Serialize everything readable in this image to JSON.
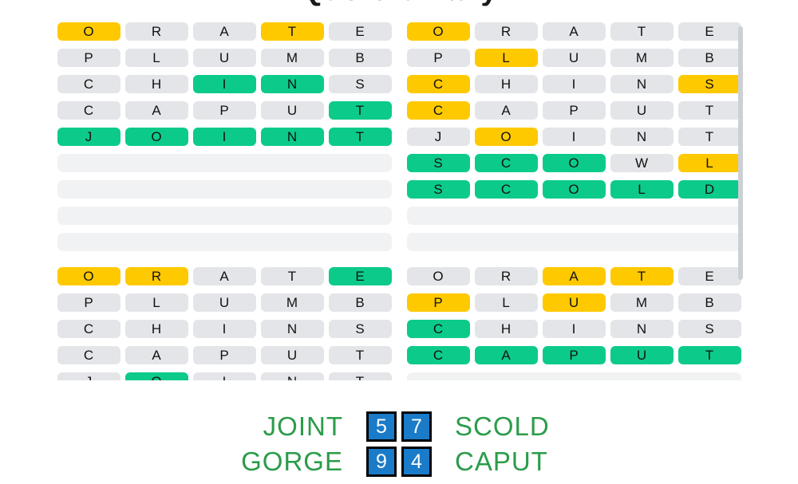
{
  "title": "Quordle Daily",
  "colors": {
    "correct": "#0ccb8a",
    "present": "#ffc900",
    "absent": "#e3e5e8",
    "empty": "#f1f2f4",
    "word_text": "#2b9c4a",
    "badge_fill": "#1a7bc8"
  },
  "boards": [
    {
      "name": "board-top-left",
      "rows": [
        {
          "letters": [
            "O",
            "R",
            "A",
            "T",
            "E"
          ],
          "states": [
            "present",
            "absent",
            "absent",
            "present",
            "absent"
          ]
        },
        {
          "letters": [
            "P",
            "L",
            "U",
            "M",
            "B"
          ],
          "states": [
            "absent",
            "absent",
            "absent",
            "absent",
            "absent"
          ]
        },
        {
          "letters": [
            "C",
            "H",
            "I",
            "N",
            "S"
          ],
          "states": [
            "absent",
            "absent",
            "correct",
            "correct",
            "absent"
          ]
        },
        {
          "letters": [
            "C",
            "A",
            "P",
            "U",
            "T"
          ],
          "states": [
            "absent",
            "absent",
            "absent",
            "absent",
            "correct"
          ]
        },
        {
          "letters": [
            "J",
            "O",
            "I",
            "N",
            "T"
          ],
          "states": [
            "correct",
            "correct",
            "correct",
            "correct",
            "correct"
          ]
        },
        {
          "letters": [
            "",
            "",
            "",
            "",
            ""
          ],
          "states": [
            "empty",
            "empty",
            "empty",
            "empty",
            "empty"
          ]
        },
        {
          "letters": [
            "",
            "",
            "",
            "",
            ""
          ],
          "states": [
            "empty",
            "empty",
            "empty",
            "empty",
            "empty"
          ]
        },
        {
          "letters": [
            "",
            "",
            "",
            "",
            ""
          ],
          "states": [
            "empty",
            "empty",
            "empty",
            "empty",
            "empty"
          ]
        },
        {
          "letters": [
            "",
            "",
            "",
            "",
            ""
          ],
          "states": [
            "empty",
            "empty",
            "empty",
            "empty",
            "empty"
          ]
        }
      ]
    },
    {
      "name": "board-top-right",
      "rows": [
        {
          "letters": [
            "O",
            "R",
            "A",
            "T",
            "E"
          ],
          "states": [
            "present",
            "absent",
            "absent",
            "absent",
            "absent"
          ]
        },
        {
          "letters": [
            "P",
            "L",
            "U",
            "M",
            "B"
          ],
          "states": [
            "absent",
            "present",
            "absent",
            "absent",
            "absent"
          ]
        },
        {
          "letters": [
            "C",
            "H",
            "I",
            "N",
            "S"
          ],
          "states": [
            "present",
            "absent",
            "absent",
            "absent",
            "present"
          ]
        },
        {
          "letters": [
            "C",
            "A",
            "P",
            "U",
            "T"
          ],
          "states": [
            "present",
            "absent",
            "absent",
            "absent",
            "absent"
          ]
        },
        {
          "letters": [
            "J",
            "O",
            "I",
            "N",
            "T"
          ],
          "states": [
            "absent",
            "present",
            "absent",
            "absent",
            "absent"
          ]
        },
        {
          "letters": [
            "S",
            "C",
            "O",
            "W",
            "L"
          ],
          "states": [
            "correct",
            "correct",
            "correct",
            "absent",
            "present"
          ]
        },
        {
          "letters": [
            "S",
            "C",
            "O",
            "L",
            "D"
          ],
          "states": [
            "correct",
            "correct",
            "correct",
            "correct",
            "correct"
          ]
        },
        {
          "letters": [
            "",
            "",
            "",
            "",
            ""
          ],
          "states": [
            "empty",
            "empty",
            "empty",
            "empty",
            "empty"
          ]
        },
        {
          "letters": [
            "",
            "",
            "",
            "",
            ""
          ],
          "states": [
            "empty",
            "empty",
            "empty",
            "empty",
            "empty"
          ]
        }
      ]
    },
    {
      "name": "board-bottom-left",
      "rows": [
        {
          "letters": [
            "O",
            "R",
            "A",
            "T",
            "E"
          ],
          "states": [
            "present",
            "present",
            "absent",
            "absent",
            "correct"
          ]
        },
        {
          "letters": [
            "P",
            "L",
            "U",
            "M",
            "B"
          ],
          "states": [
            "absent",
            "absent",
            "absent",
            "absent",
            "absent"
          ]
        },
        {
          "letters": [
            "C",
            "H",
            "I",
            "N",
            "S"
          ],
          "states": [
            "absent",
            "absent",
            "absent",
            "absent",
            "absent"
          ]
        },
        {
          "letters": [
            "C",
            "A",
            "P",
            "U",
            "T"
          ],
          "states": [
            "absent",
            "absent",
            "absent",
            "absent",
            "absent"
          ]
        },
        {
          "letters": [
            "J",
            "O",
            "I",
            "N",
            "T"
          ],
          "states": [
            "absent",
            "correct",
            "absent",
            "absent",
            "absent"
          ]
        },
        {
          "letters": [
            "",
            "",
            "",
            "",
            ""
          ],
          "states": [
            "empty",
            "empty",
            "empty",
            "empty",
            "empty"
          ]
        },
        {
          "letters": [
            "",
            "",
            "",
            "",
            ""
          ],
          "states": [
            "empty",
            "empty",
            "empty",
            "empty",
            "empty"
          ]
        },
        {
          "letters": [
            "",
            "",
            "",
            "",
            ""
          ],
          "states": [
            "empty",
            "empty",
            "empty",
            "empty",
            "empty"
          ]
        },
        {
          "letters": [
            "",
            "",
            "",
            "",
            ""
          ],
          "states": [
            "empty",
            "empty",
            "empty",
            "empty",
            "empty"
          ]
        }
      ]
    },
    {
      "name": "board-bottom-right",
      "rows": [
        {
          "letters": [
            "O",
            "R",
            "A",
            "T",
            "E"
          ],
          "states": [
            "absent",
            "absent",
            "present",
            "present",
            "absent"
          ]
        },
        {
          "letters": [
            "P",
            "L",
            "U",
            "M",
            "B"
          ],
          "states": [
            "present",
            "absent",
            "present",
            "absent",
            "absent"
          ]
        },
        {
          "letters": [
            "C",
            "H",
            "I",
            "N",
            "S"
          ],
          "states": [
            "correct",
            "absent",
            "absent",
            "absent",
            "absent"
          ]
        },
        {
          "letters": [
            "C",
            "A",
            "P",
            "U",
            "T"
          ],
          "states": [
            "correct",
            "correct",
            "correct",
            "correct",
            "correct"
          ]
        },
        {
          "letters": [
            "",
            "",
            "",
            "",
            ""
          ],
          "states": [
            "empty",
            "empty",
            "empty",
            "empty",
            "empty"
          ]
        },
        {
          "letters": [
            "",
            "",
            "",
            "",
            ""
          ],
          "states": [
            "empty",
            "empty",
            "empty",
            "empty",
            "empty"
          ]
        },
        {
          "letters": [
            "",
            "",
            "",
            "",
            ""
          ],
          "states": [
            "empty",
            "empty",
            "empty",
            "empty",
            "empty"
          ]
        },
        {
          "letters": [
            "",
            "",
            "",
            "",
            ""
          ],
          "states": [
            "empty",
            "empty",
            "empty",
            "empty",
            "empty"
          ]
        },
        {
          "letters": [
            "",
            "",
            "",
            "",
            ""
          ],
          "states": [
            "empty",
            "empty",
            "empty",
            "empty",
            "empty"
          ]
        }
      ]
    }
  ],
  "footer": {
    "lines": [
      {
        "left_word": "JOINT",
        "left_badge": "5",
        "right_badge": "7",
        "right_word": "SCOLD"
      },
      {
        "left_word": "GORGE",
        "left_badge": "9",
        "right_badge": "4",
        "right_word": "CAPUT"
      }
    ]
  }
}
